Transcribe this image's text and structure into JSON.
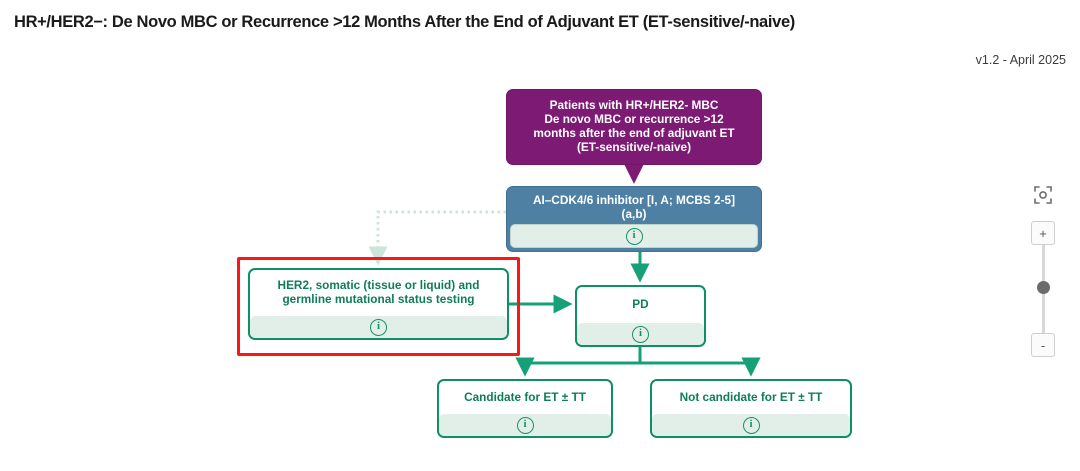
{
  "header": {
    "title": "HR+/HER2−: De Novo MBC or Recurrence >12 Months After the End of Adjuvant ET (ET-sensitive/-naive)",
    "version": "v1.2 - April 2025"
  },
  "colors": {
    "entry_purple": "#7d1b74",
    "treatment_blue": "#4e80a4",
    "outcome_green_border": "#0f8f64",
    "outcome_green_text": "#0f7d58",
    "info_strip": "#e2efe9",
    "selection_red": "#fe1616",
    "connector_green": "#16a077",
    "connector_purple": "#7d1b74",
    "connector_dotted": "#cfe4da"
  },
  "flowchart": {
    "nodes": [
      {
        "id": "patients",
        "type": "entry",
        "label": "Patients with HR+/HER2- MBC\nDe novo MBC or recurrence >12\nmonths after the end of adjuvant ET\n(ET-sensitive/-naive)",
        "has_info": false
      },
      {
        "id": "ai-cdk",
        "type": "treatment",
        "label": "AI–CDK4/6 inhibitor [I, A; MCBS 2-5]\n(a,b)",
        "has_info": true,
        "info_icon": "info-circle-icon"
      },
      {
        "id": "her2-test",
        "type": "outcome",
        "label": "HER2, somatic (tissue or liquid) and\ngermline mutational status testing",
        "has_info": true,
        "info_icon": "info-circle-icon",
        "selected": true
      },
      {
        "id": "pd",
        "type": "outcome",
        "label": "PD",
        "has_info": true,
        "info_icon": "info-circle-icon"
      },
      {
        "id": "candidate",
        "type": "outcome",
        "label": "Candidate for ET ± TT",
        "has_info": true,
        "info_icon": "info-circle-icon"
      },
      {
        "id": "not-candidate",
        "type": "outcome",
        "label": "Not candidate for ET ± TT",
        "has_info": true,
        "info_icon": "info-circle-icon"
      }
    ],
    "edges": [
      {
        "from": "patients",
        "to": "ai-cdk",
        "style": "solid",
        "color": "#7d1b74"
      },
      {
        "from": "ai-cdk",
        "to": "pd",
        "style": "solid",
        "color": "#16a077"
      },
      {
        "from": "ai-cdk",
        "to": "her2-test",
        "style": "dotted",
        "color": "#cfe4da"
      },
      {
        "from": "her2-test",
        "to": "pd",
        "style": "solid",
        "color": "#16a077"
      },
      {
        "from": "pd",
        "to": "candidate",
        "style": "solid",
        "color": "#16a077"
      },
      {
        "from": "pd",
        "to": "not-candidate",
        "style": "solid",
        "color": "#16a077"
      }
    ]
  },
  "zoom_controls": {
    "fit_view_label": "fit-view",
    "zoom_in_label": "+",
    "zoom_out_label": "-",
    "fit_icon": "fit-screen-icon"
  },
  "info_glyph": "i"
}
